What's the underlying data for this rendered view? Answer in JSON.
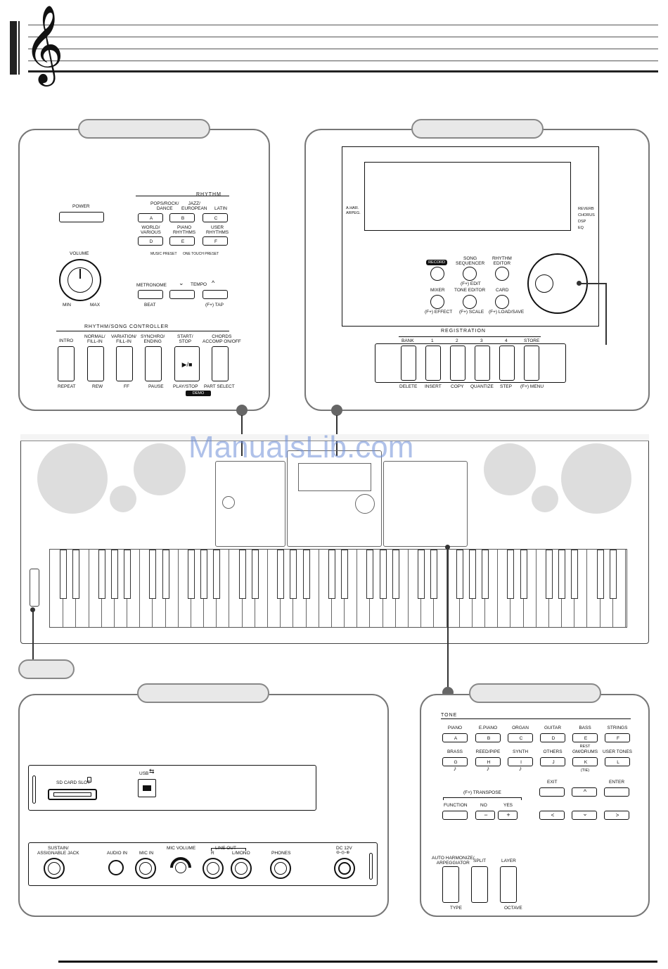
{
  "watermark": "ManualsLib.com",
  "rhythm_panel": {
    "power": "POWER",
    "rhythm_title": "RHYTHM",
    "row1": [
      "POPS/ROCK/\nDANCE",
      "JAZZ/\nEUROPEAN",
      "LATIN"
    ],
    "row1_keys": [
      "A",
      "B",
      "C"
    ],
    "row2": [
      "WORLD/\nVARIOUS",
      "PIANO\nRHYTHMS",
      "USER\nRHYTHMS"
    ],
    "row2_keys": [
      "D",
      "E",
      "F"
    ],
    "preset_labels": [
      "MUSIC PRESET",
      "ONE TOUCH PRESET"
    ],
    "volume": "VOLUME",
    "min": "MIN",
    "max": "MAX",
    "metronome": "METRONOME",
    "tempo": "TEMPO",
    "beat": "BEAT",
    "tap": "(F+) TAP",
    "controller_title": "RHYTHM/SONG CONTROLLER",
    "controller_top": [
      "INTRO",
      "NORMAL/\nFILL-IN",
      "VARIATION/\nFILL-IN",
      "SYNCHRO/\nENDING",
      "START/\nSTOP",
      "CHORDS\nACCOMP ON/OFF"
    ],
    "controller_bottom": [
      "REPEAT",
      "REW",
      "FF",
      "PAUSE",
      "PLAY/STOP",
      "PART SELECT"
    ],
    "demo": "DEMO",
    "play_symbol": "▶/■"
  },
  "display_panel": {
    "left_labels": "A.HAR.\nARPEG.",
    "right_labels": "REVERB\nCHORUS\nDSP\nEQ",
    "top_buttons": [
      "RECORD",
      "SONG\nSEQUENCER",
      "RHYTHM\nEDITOR"
    ],
    "top_sub": [
      "",
      "(F+) EDIT",
      ""
    ],
    "bottom_buttons": [
      "MIXER",
      "TONE EDITOR",
      "CARD"
    ],
    "bottom_sub": [
      "(F+) EFFECT",
      "(F+) SCALE",
      "(F+) LOAD/SAVE"
    ],
    "registration_title": "REGISTRATION",
    "reg_top": [
      "BANK",
      "1",
      "2",
      "3",
      "4",
      "STORE"
    ],
    "reg_bottom": [
      "DELETE",
      "INSERT",
      "COPY",
      "QUANTIZE",
      "STEP",
      "(F+) MENU"
    ]
  },
  "back_panel": {
    "sd_card": "SD CARD SLOT",
    "usb": "USB",
    "jacks": [
      "SUSTAIN/\nASSIGNABLE JACK",
      "AUDIO IN",
      "MIC IN",
      "MIC VOLUME",
      "R",
      "L/MONO",
      "PHONES",
      "DC 12V"
    ],
    "line_out": "LINE OUT"
  },
  "tone_panel": {
    "title": "TONE",
    "row1": [
      "PIANO",
      "E.PIANO",
      "ORGAN",
      "GUITAR",
      "BASS",
      "STRINGS"
    ],
    "row1_keys": [
      "A",
      "B",
      "C",
      "D",
      "E",
      "F"
    ],
    "row1_sub": [
      "",
      "",
      "",
      "",
      "REST",
      ""
    ],
    "row2": [
      "BRASS",
      "REED/PIPE",
      "SYNTH",
      "OTHERS",
      "GM/DRUMS",
      "USER TONES"
    ],
    "row2_keys": [
      "G",
      "H",
      "I",
      "J",
      "K",
      "L"
    ],
    "row2_sub": [
      "",
      "",
      "",
      "",
      "(TIE)",
      ""
    ],
    "notes": [
      "♪",
      "♪",
      "♪"
    ],
    "exit": "EXIT",
    "enter": "ENTER",
    "transpose": "(F+) TRANSPOSE",
    "function": "FUNCTION",
    "no": "NO",
    "yes": "YES",
    "minus": "−",
    "plus": "+",
    "arrows": [
      "<",
      "⌄",
      ">",
      "^"
    ],
    "auto_harmonize": "AUTO HARMONIZE/\nARPEGGIATOR",
    "split": "SPLIT",
    "layer": "LAYER",
    "type": "TYPE",
    "octave": "OCTAVE"
  },
  "colors": {
    "panel_border": "#777777",
    "pill_fill": "#e8e8e8",
    "speaker": "#dddddd",
    "dot": "#666666",
    "watermark": "#6f8fd8"
  },
  "icons": [
    "treble-clef-icon",
    "usb-icon",
    "sd-card-icon",
    "dc-polarity-icon",
    "play-stop-icon"
  ]
}
